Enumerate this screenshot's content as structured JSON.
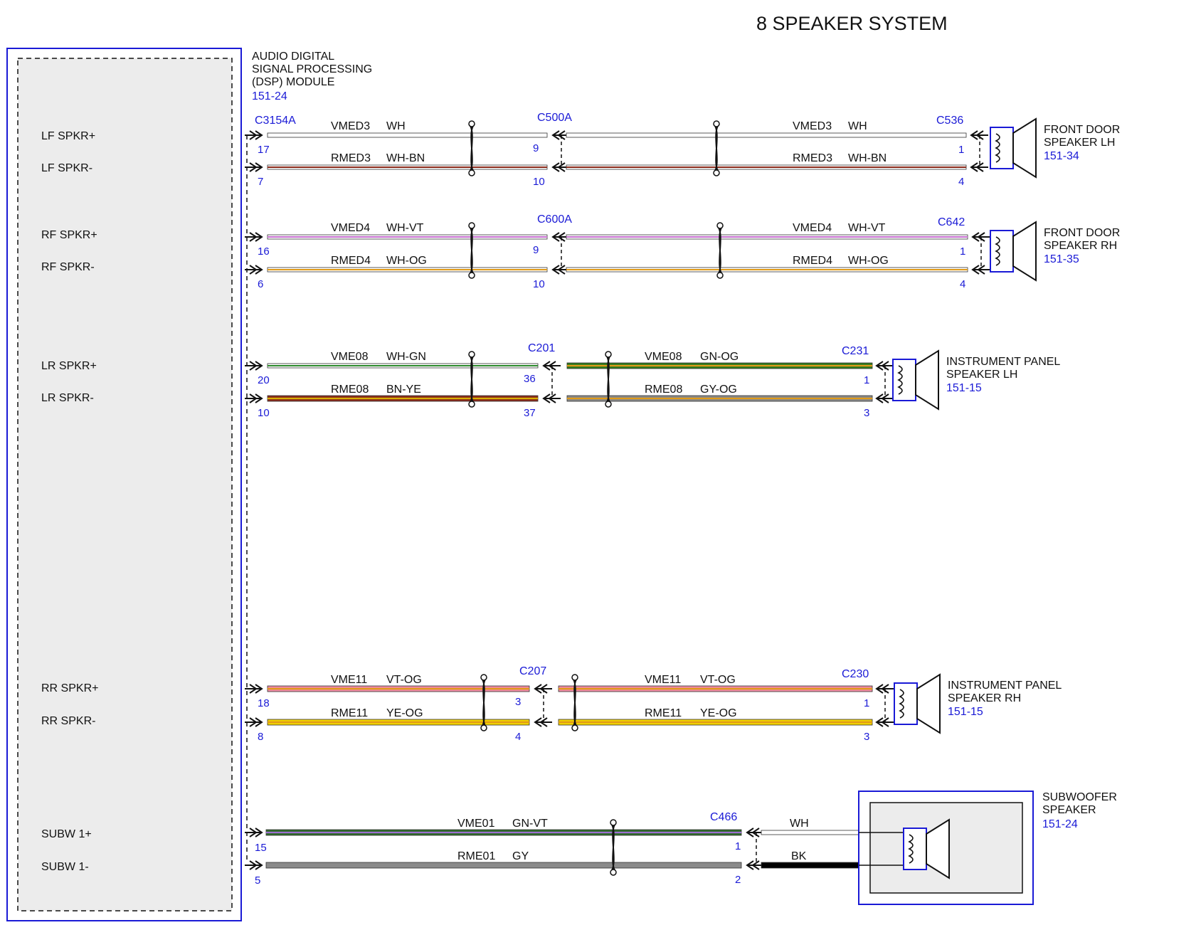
{
  "title": "8 SPEAKER SYSTEM",
  "colors": {
    "accent_blue": "#1a1ad6",
    "wire_dark": "#1a1a1a"
  },
  "module": {
    "name_lines": [
      "AUDIO DIGITAL",
      "SIGNAL PROCESSING",
      "(DSP) MODULE"
    ],
    "ref": "151-24",
    "connector": "C3154A",
    "pin_labels": [
      "LF SPKR+",
      "LF SPKR-",
      "RF SPKR+",
      "RF SPKR-",
      "LR SPKR+",
      "LR SPKR-",
      "RR SPKR+",
      "RR SPKR-",
      "SUBW 1+",
      "SUBW 1-"
    ]
  },
  "circuits": [
    {
      "id": "lf",
      "module_pins": [
        "17",
        "7"
      ],
      "inline_connector": "C500A",
      "inline_pins": [
        "9",
        "10"
      ],
      "seg1": [
        {
          "circuit": "VMED3",
          "color": "WH",
          "base": "#ffffff",
          "stripe": ""
        },
        {
          "circuit": "RMED3",
          "color": "WH-BN",
          "base": "#ffffff",
          "stripe": "#8b2a1a"
        }
      ],
      "seg2": [
        {
          "circuit": "VMED3",
          "color": "WH",
          "base": "#ffffff",
          "stripe": ""
        },
        {
          "circuit": "RMED3",
          "color": "WH-BN",
          "base": "#ffffff",
          "stripe": "#8b2a1a"
        }
      ],
      "end_connector": "C536",
      "end_pins": [
        "1",
        "4"
      ],
      "speaker_lines": [
        "FRONT DOOR",
        "SPEAKER LH"
      ],
      "speaker_ref": "151-34"
    },
    {
      "id": "rf",
      "module_pins": [
        "16",
        "6"
      ],
      "inline_connector": "C600A",
      "inline_pins": [
        "9",
        "10"
      ],
      "seg1": [
        {
          "circuit": "VMED4",
          "color": "WH-VT",
          "base": "#ffffff",
          "stripe": "#c66fd0"
        },
        {
          "circuit": "RMED4",
          "color": "WH-OG",
          "base": "#ffffff",
          "stripe": "#e09a18"
        }
      ],
      "seg2": [
        {
          "circuit": "VMED4",
          "color": "WH-VT",
          "base": "#ffffff",
          "stripe": "#c66fd0"
        },
        {
          "circuit": "RMED4",
          "color": "WH-OG",
          "base": "#ffffff",
          "stripe": "#e09a18"
        }
      ],
      "end_connector": "C642",
      "end_pins": [
        "1",
        "4"
      ],
      "speaker_lines": [
        "FRONT DOOR",
        "SPEAKER RH"
      ],
      "speaker_ref": "151-35"
    },
    {
      "id": "lr",
      "module_pins": [
        "20",
        "10"
      ],
      "inline_connector": "C201",
      "inline_pins": [
        "36",
        "37"
      ],
      "seg1": [
        {
          "circuit": "VME08",
          "color": "WH-GN",
          "base": "#ffffff",
          "stripe": "#2d8a2d"
        },
        {
          "circuit": "RME08",
          "color": "BN-YE",
          "base": "#8b2a1a",
          "stripe": "#d8b000"
        }
      ],
      "seg2": [
        {
          "circuit": "VME08",
          "color": "GN-OG",
          "base": "#2f7a1f",
          "stripe": "#e09a18"
        },
        {
          "circuit": "RME08",
          "color": "GY-OG",
          "base": "#8a8a8a",
          "stripe": "#e09a18"
        }
      ],
      "end_connector": "C231",
      "end_pins": [
        "1",
        "3"
      ],
      "speaker_lines": [
        "INSTRUMENT PANEL",
        "SPEAKER LH"
      ],
      "speaker_ref": "151-15"
    },
    {
      "id": "rr",
      "module_pins": [
        "18",
        "8"
      ],
      "inline_connector": "C207",
      "inline_pins": [
        "3",
        "4"
      ],
      "seg1": [
        {
          "circuit": "VME11",
          "color": "VT-OG",
          "base": "#f08aa0",
          "stripe": "#e09a18"
        },
        {
          "circuit": "RME11",
          "color": "YE-OG",
          "base": "#f2d200",
          "stripe": "#e09a18"
        }
      ],
      "seg2": [
        {
          "circuit": "VME11",
          "color": "VT-OG",
          "base": "#f08aa0",
          "stripe": "#e09a18"
        },
        {
          "circuit": "RME11",
          "color": "YE-OG",
          "base": "#f2d200",
          "stripe": "#e09a18"
        }
      ],
      "end_connector": "C230",
      "end_pins": [
        "1",
        "3"
      ],
      "speaker_lines": [
        "INSTRUMENT PANEL",
        "SPEAKER RH"
      ],
      "speaker_ref": "151-15"
    }
  ],
  "subwoofer": {
    "module_pins": [
      "15",
      "5"
    ],
    "wires": [
      {
        "circuit": "VME01",
        "color": "GN-VT",
        "base": "#2f6a2a",
        "stripe": "#9c6fd0"
      },
      {
        "circuit": "RME01",
        "color": "GY",
        "base": "#8a8a8a",
        "stripe": ""
      }
    ],
    "connector": "C466",
    "connector_pins": [
      "1",
      "2"
    ],
    "internal_wires": [
      {
        "color": "WH",
        "base": "#ffffff"
      },
      {
        "color": "BK",
        "base": "#000000"
      }
    ],
    "speaker_lines": [
      "SUBWOOFER",
      "SPEAKER"
    ],
    "speaker_ref": "151-24"
  }
}
